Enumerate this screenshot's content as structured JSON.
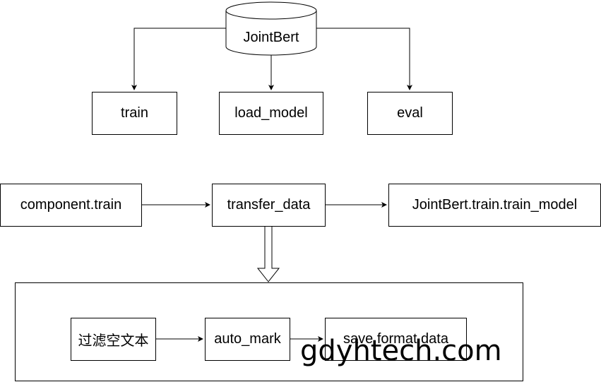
{
  "top_diagram": {
    "database": "JointBert",
    "children": [
      "train",
      "load_model",
      "eval"
    ]
  },
  "pipeline": {
    "step1": "component.train",
    "step2": "transfer_data",
    "step3": "JointBert.train.train_model"
  },
  "sub_process": {
    "step1": "过滤空文本",
    "step2": "auto_mark",
    "step3": "save format data"
  },
  "watermark": "gdyhtech.com"
}
